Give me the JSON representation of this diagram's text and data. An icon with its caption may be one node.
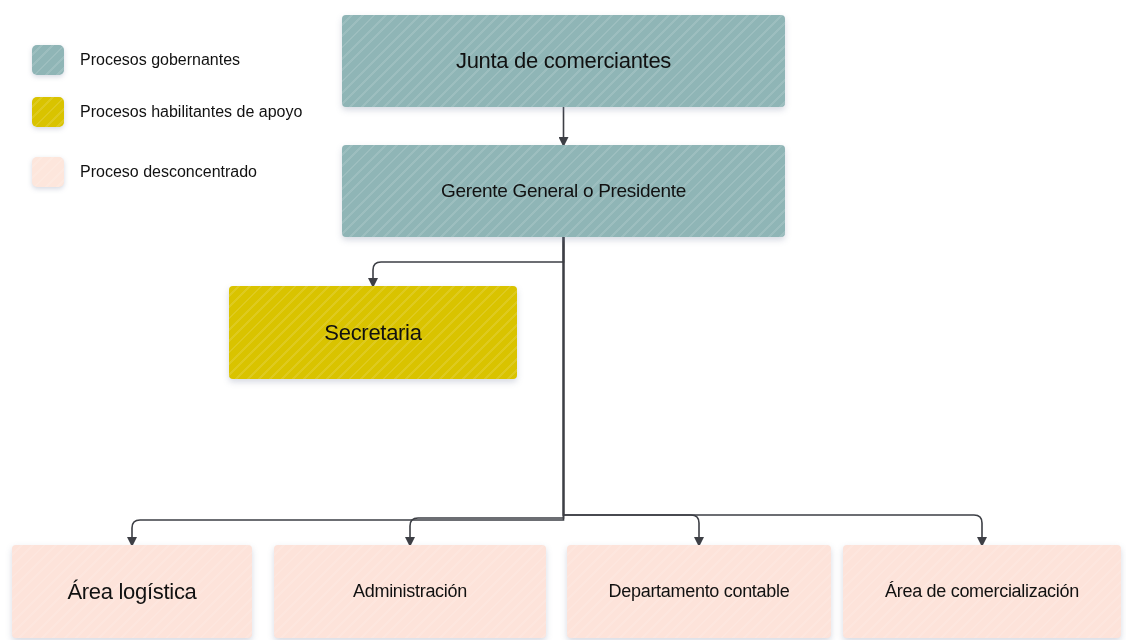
{
  "diagram": {
    "nodes": [
      {
        "text": [
          "Junta de comerciantes"
        ]
      },
      {
        "text": [
          "Gerente General o Presidente"
        ]
      },
      {
        "text": [
          "Secretaria"
        ]
      },
      {
        "text": [
          "Área logística"
        ]
      },
      {
        "text": [
          "Administración"
        ]
      },
      {
        "text": [
          "Departamento contable"
        ]
      },
      {
        "text": [
          "Área de comercialización"
        ]
      }
    ],
    "edges": [
      {
        "from": 0,
        "to": 1,
        "arrow": "to"
      },
      {
        "from": 1,
        "to": 2,
        "arrow": "to"
      },
      {
        "from": 1,
        "to": 3,
        "arrow": "to"
      },
      {
        "from": 1,
        "to": 4,
        "arrow": "to"
      },
      {
        "from": 1,
        "to": 5,
        "arrow": "to"
      },
      {
        "from": 1,
        "to": 6,
        "arrow": "to"
      }
    ],
    "legend": [
      {
        "text": "Procesos gobernantes",
        "color": "#8fb5b6"
      },
      {
        "text": "Procesos habilitantes de apoyo",
        "color": "#d9c300"
      },
      {
        "text": "Proceso desconcentrado",
        "color": "#fde6dc"
      }
    ]
  }
}
